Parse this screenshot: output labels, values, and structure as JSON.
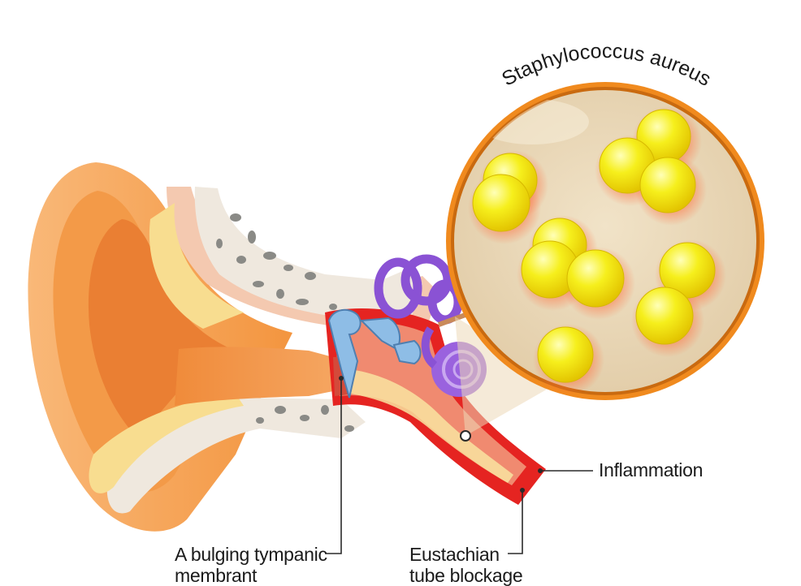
{
  "diagram": {
    "bacteria_title": "Staphylococcus aureus",
    "labels": {
      "inflammation": "Inflammation",
      "tympanic_line1": "A bulging tympanic",
      "tympanic_line2": "membrant",
      "eustachian_line1": "Eustachian",
      "eustachian_line2": "tube blockage"
    },
    "colors": {
      "outer_ear": "#f7a35a",
      "outer_ear_dark": "#ea7f33",
      "bone": "#efe9e0",
      "fat": "#f9dc86",
      "inflamed_red": "#e52421",
      "ossicles": "#7fb0e0",
      "cochlea": "#8a52d4",
      "lens_ring": "#f08a1e",
      "lens_fill": "#ead8b8",
      "bacteria": "#f5e800"
    }
  }
}
